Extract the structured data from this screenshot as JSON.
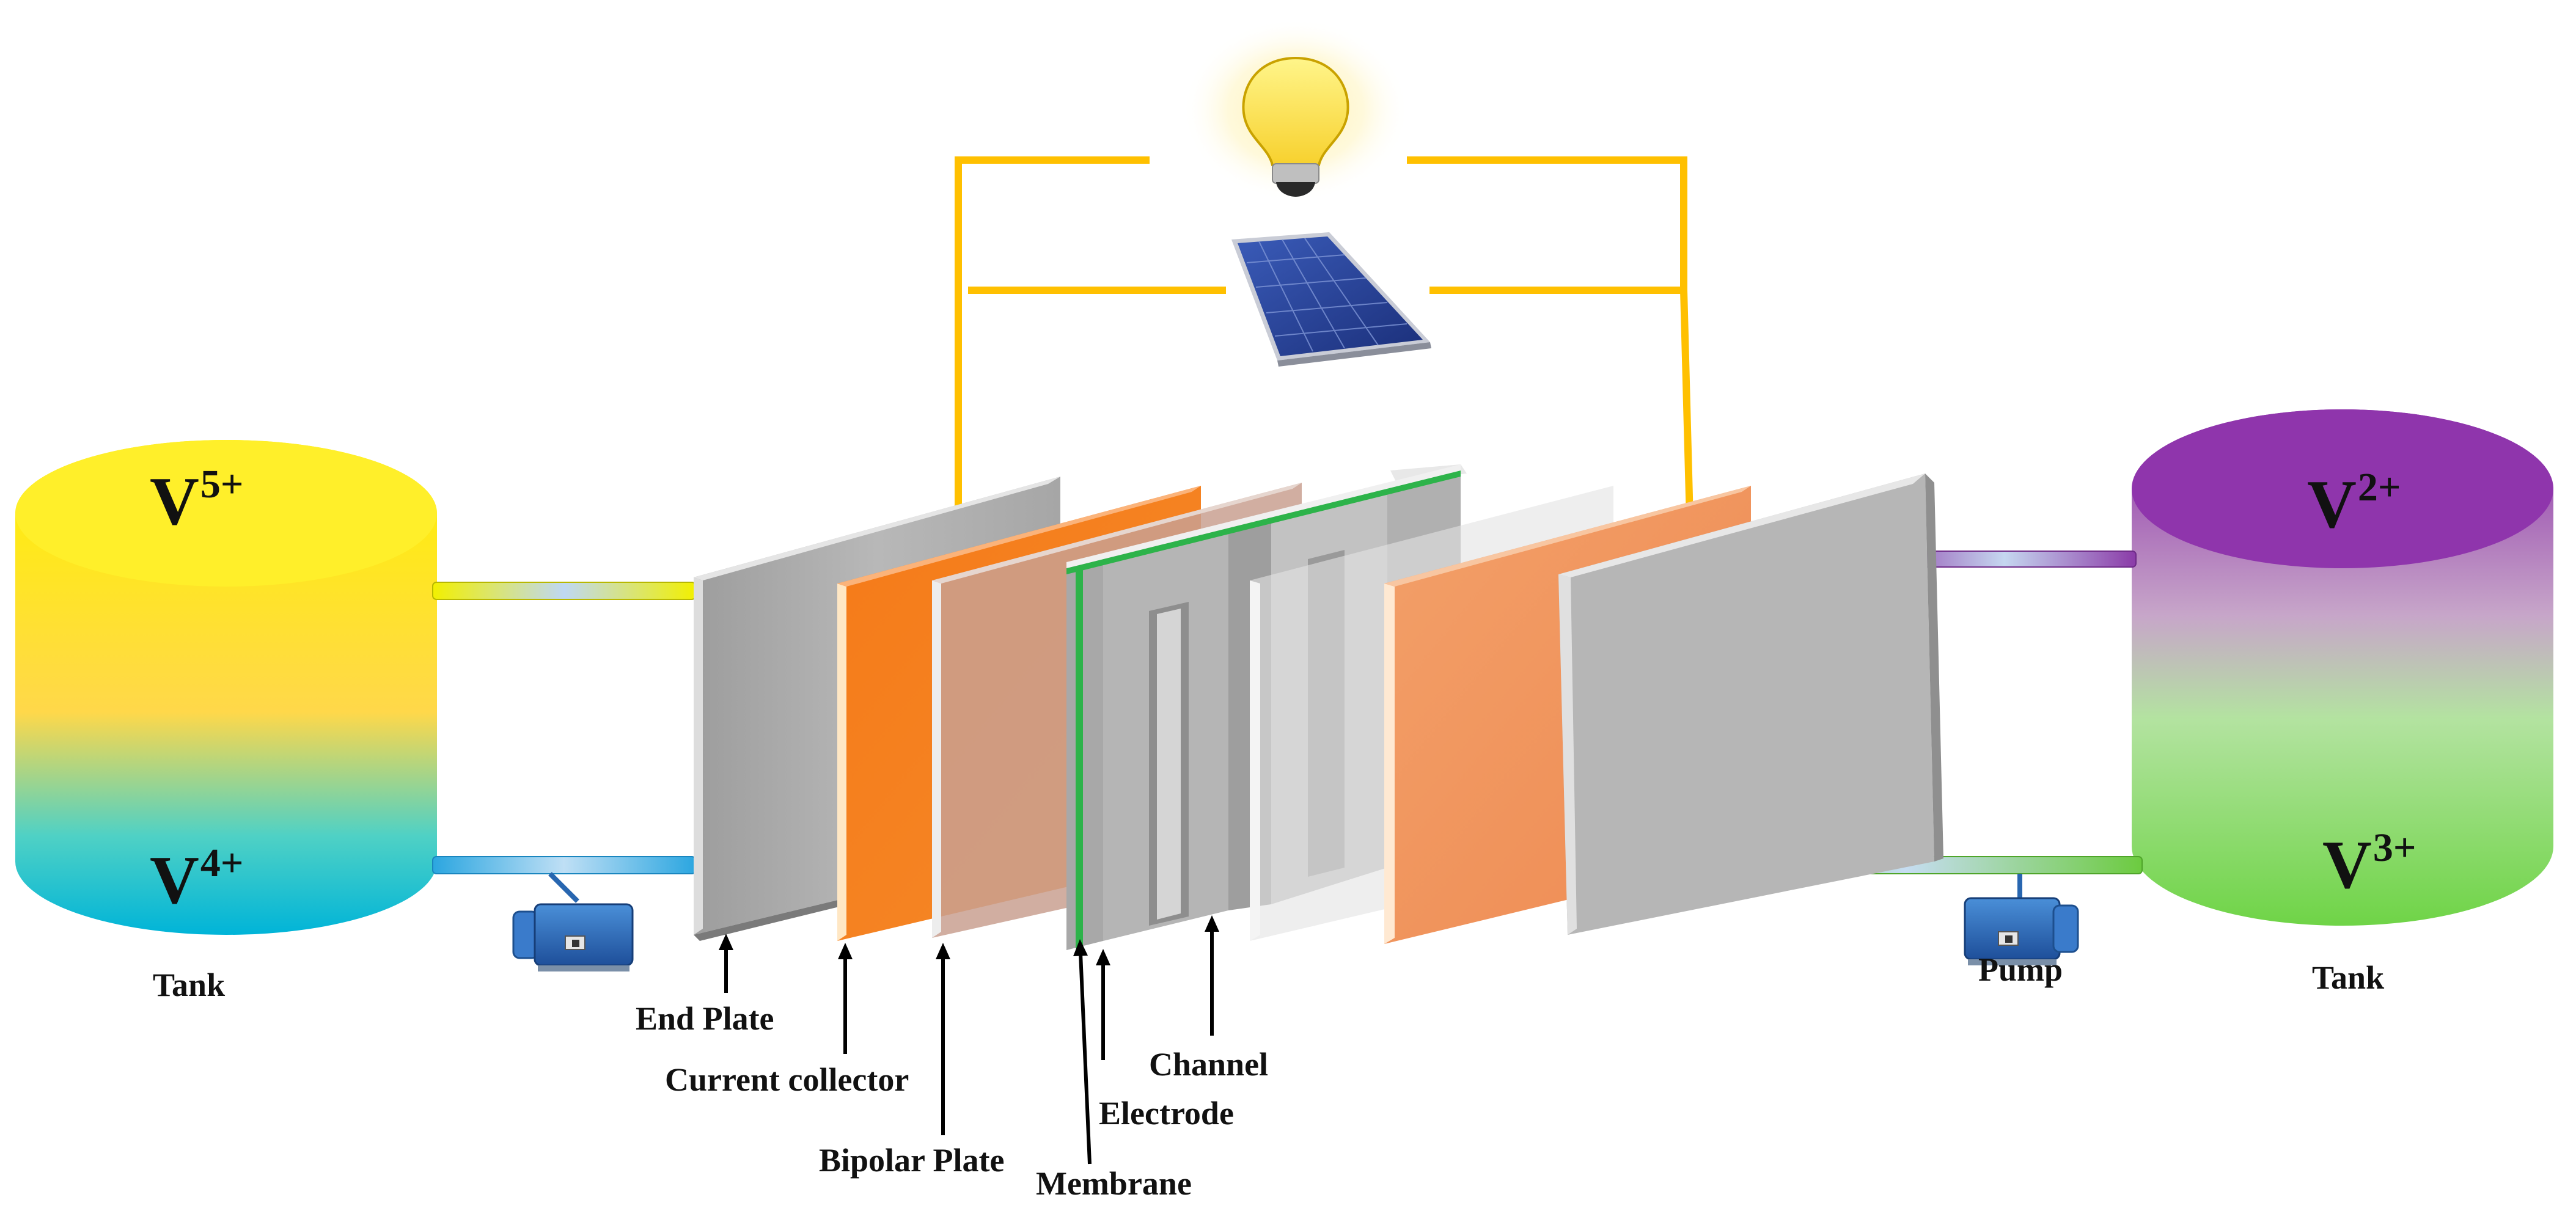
{
  "tanks": {
    "left": {
      "label": "Tank",
      "top_ion": "V",
      "top_charge": "5+",
      "bottom_ion": "V",
      "bottom_charge": "4+"
    },
    "right": {
      "label": "Tank",
      "top_ion": "V",
      "top_charge": "2+",
      "bottom_ion": "V",
      "bottom_charge": "3+"
    }
  },
  "pump_label": "Pump",
  "components": {
    "end_plate": "End Plate",
    "current_collector": "Current collector",
    "bipolar_plate": "Bipolar Plate",
    "membrane": "Membrane",
    "electrode": "Electrode",
    "channel": "Channel"
  },
  "colors": {
    "wire": "#FFC000",
    "current_collector": "#F5821F",
    "end_plate": "#B5B5B5",
    "membrane": "#2DB34A",
    "tank_left_top": "#FFF200",
    "tank_left_bottom": "#00B8D4",
    "tank_right_top": "#8E3AAE",
    "tank_right_bottom": "#7ED957"
  },
  "icons": [
    "light-bulb-icon",
    "solar-panel-icon",
    "pump-icon"
  ]
}
